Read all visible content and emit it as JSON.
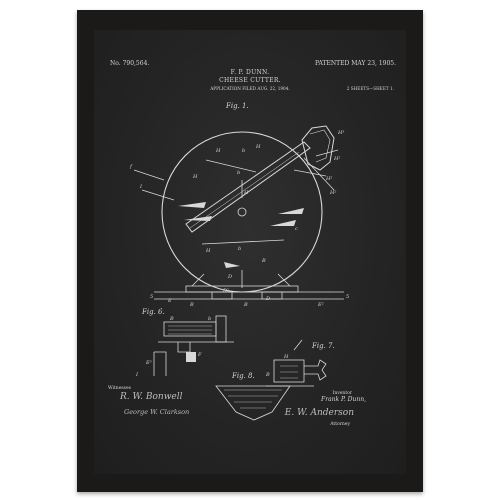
{
  "patent": {
    "number": "No. 790,564.",
    "patented": "PATENTED MAY 23, 1905.",
    "inventor_header": "F. P. DUNN.",
    "title": "CHEESE CUTTER.",
    "application": "APPLICATION FILED AUG. 22, 1904.",
    "sheets": "2 SHEETS—SHEET 1."
  },
  "signatures": {
    "witnesses_label": "Witnesses",
    "witness_1": "R. W. Bonwell",
    "witness_2": "George W. Clarkson",
    "inventor_label": "Inventor",
    "inventor_name": "Frank P. Dunn,",
    "attorney_signature": "E. W. Anderson",
    "attorney_label": "Attorney"
  },
  "figures": {
    "fig1": "Fig. 1.",
    "fig6": "Fig. 6.",
    "fig7": "Fig. 7.",
    "fig8": "Fig. 8."
  },
  "colors": {
    "frame": "#1b1a19",
    "chalkboard": "#262626",
    "ink": "#d6d6d6"
  }
}
